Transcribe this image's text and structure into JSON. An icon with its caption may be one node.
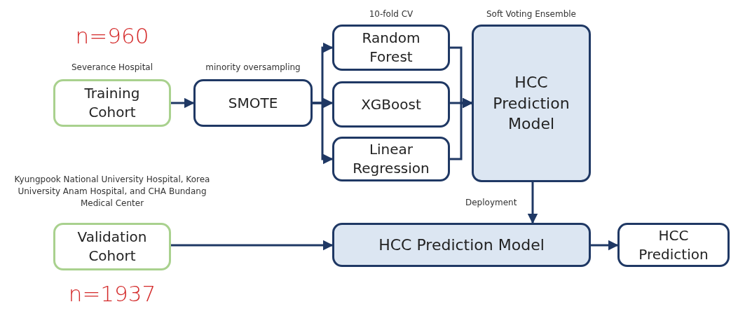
{
  "diagram": {
    "nodes": [
      {
        "text": [
          "Training Cohort"
        ],
        "beside": [
          "Severance Hospital",
          "n=960"
        ]
      },
      {
        "text": [
          "SMOTE"
        ],
        "beside": [
          "minority oversampling"
        ]
      },
      {
        "text": [
          "Random Forest"
        ],
        "beside": [
          "10-fold CV"
        ]
      },
      {
        "text": [
          "XGBoost"
        ]
      },
      {
        "text": [
          "Linear Regression"
        ]
      },
      {
        "text": [
          "HCC Prediction Model"
        ],
        "beside": [
          "Soft Voting Ensemble"
        ]
      },
      {
        "text": [
          "Validation Cohort"
        ],
        "beside": [
          "Kyungpook National University Hospital, Korea University Anam Hospital, and CHA Bundang Medical Center",
          "n=1937"
        ]
      },
      {
        "text": [
          "HCC Prediction Model"
        ]
      },
      {
        "text": [
          "HCC Prediction"
        ]
      }
    ],
    "edges": [
      {
        "from": 0,
        "to": 1,
        "arrow": "to"
      },
      {
        "from": 1,
        "to": 2,
        "arrow": "to"
      },
      {
        "from": 1,
        "to": 3,
        "arrow": "to"
      },
      {
        "from": 1,
        "to": 4,
        "arrow": "to"
      },
      {
        "from": 2,
        "to": 5,
        "arrow": "to"
      },
      {
        "from": 3,
        "to": 5,
        "arrow": "to"
      },
      {
        "from": 4,
        "to": 5,
        "arrow": "to"
      },
      {
        "from": 5,
        "to": 7,
        "arrow": "to",
        "label": "Deployment"
      },
      {
        "from": 6,
        "to": 7,
        "arrow": "to"
      },
      {
        "from": 7,
        "to": 8,
        "arrow": "to"
      }
    ]
  }
}
